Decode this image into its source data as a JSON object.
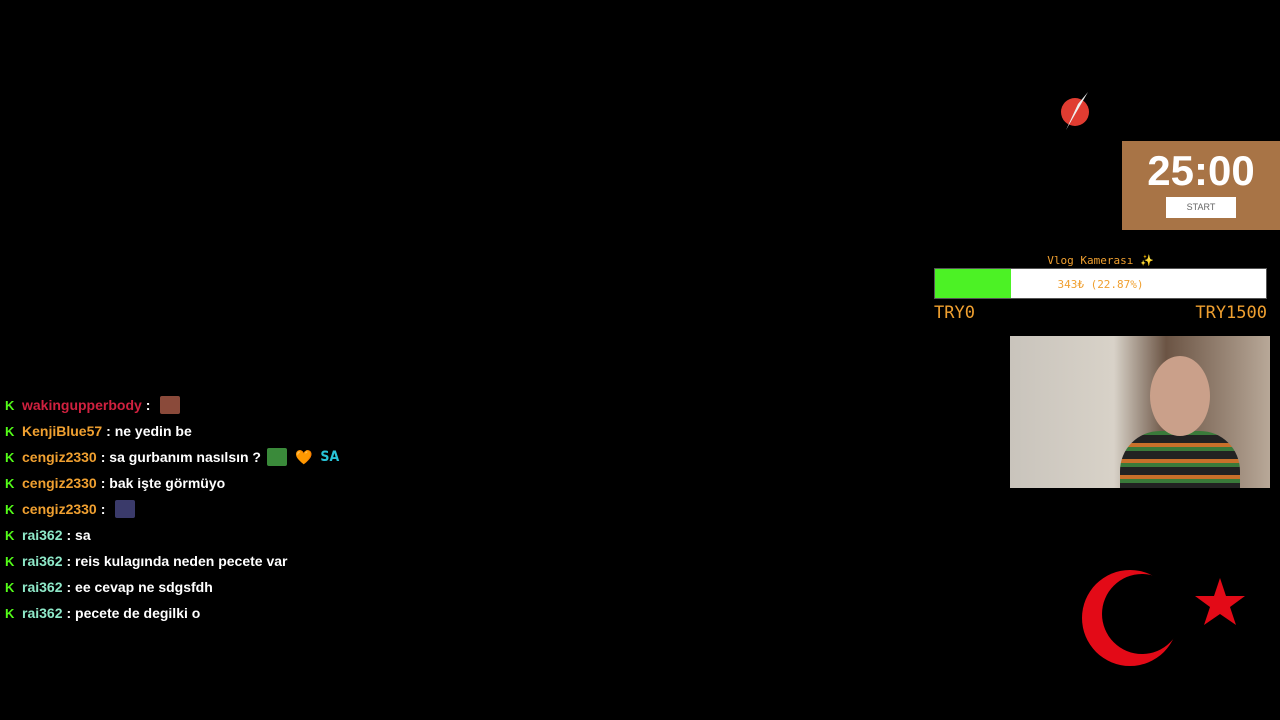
{
  "timer": {
    "time": "25:00",
    "start_label": "START"
  },
  "goal": {
    "title": "Vlog Kamerası ✨",
    "progress_label": "343₺ (22.87%)",
    "progress_percent": 22.87,
    "min_label": "TRY0",
    "max_label": "TRY1500",
    "fill_color": "#4cf225",
    "text_color": "#f0a030"
  },
  "chat": {
    "messages": [
      {
        "user": "wakingupperbody",
        "color": "#d0213f",
        "text": "",
        "emotes": [
          "meme-face-emote"
        ]
      },
      {
        "user": "KenjiBlue57",
        "color": "#f0a030",
        "text": "ne yedin be",
        "emotes": []
      },
      {
        "user": "cengiz2330",
        "color": "#f0a030",
        "text": "sa gurbanım nasılsın ?",
        "emotes": [
          "pepe-emote",
          "orange-heart-emote",
          "sa-emote"
        ]
      },
      {
        "user": "cengiz2330",
        "color": "#f0a030",
        "text": "bak işte görmüyo",
        "emotes": []
      },
      {
        "user": "cengiz2330",
        "color": "#f0a030",
        "text": "",
        "emotes": [
          "dancer-emote"
        ]
      },
      {
        "user": "rai362",
        "color": "#8ee8c8",
        "text": "sa",
        "emotes": []
      },
      {
        "user": "rai362",
        "color": "#8ee8c8",
        "text": "reis kulagında neden pecete var",
        "emotes": []
      },
      {
        "user": "rai362",
        "color": "#8ee8c8",
        "text": "ee cevap ne sdgsfdh",
        "emotes": []
      },
      {
        "user": "rai362",
        "color": "#8ee8c8",
        "text": "pecete de degilki o",
        "emotes": []
      }
    ],
    "sa_emote_text": "SA",
    "heart": "🧡",
    "platform_icon": "K"
  }
}
